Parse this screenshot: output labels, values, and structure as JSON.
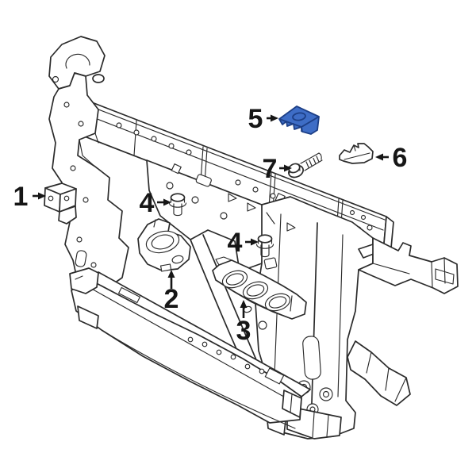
{
  "diagram": {
    "background_color": "#ffffff",
    "line_color": "#2b2b2b",
    "highlight": {
      "fill": "#3e6dc6",
      "stroke": "#1d3f86"
    },
    "callouts": {
      "c1": {
        "label": "1"
      },
      "c2": {
        "label": "2"
      },
      "c3": {
        "label": "3"
      },
      "c4a": {
        "label": "4"
      },
      "c4b": {
        "label": "4"
      },
      "c5": {
        "label": "5"
      },
      "c6": {
        "label": "6"
      },
      "c7": {
        "label": "7"
      }
    }
  }
}
